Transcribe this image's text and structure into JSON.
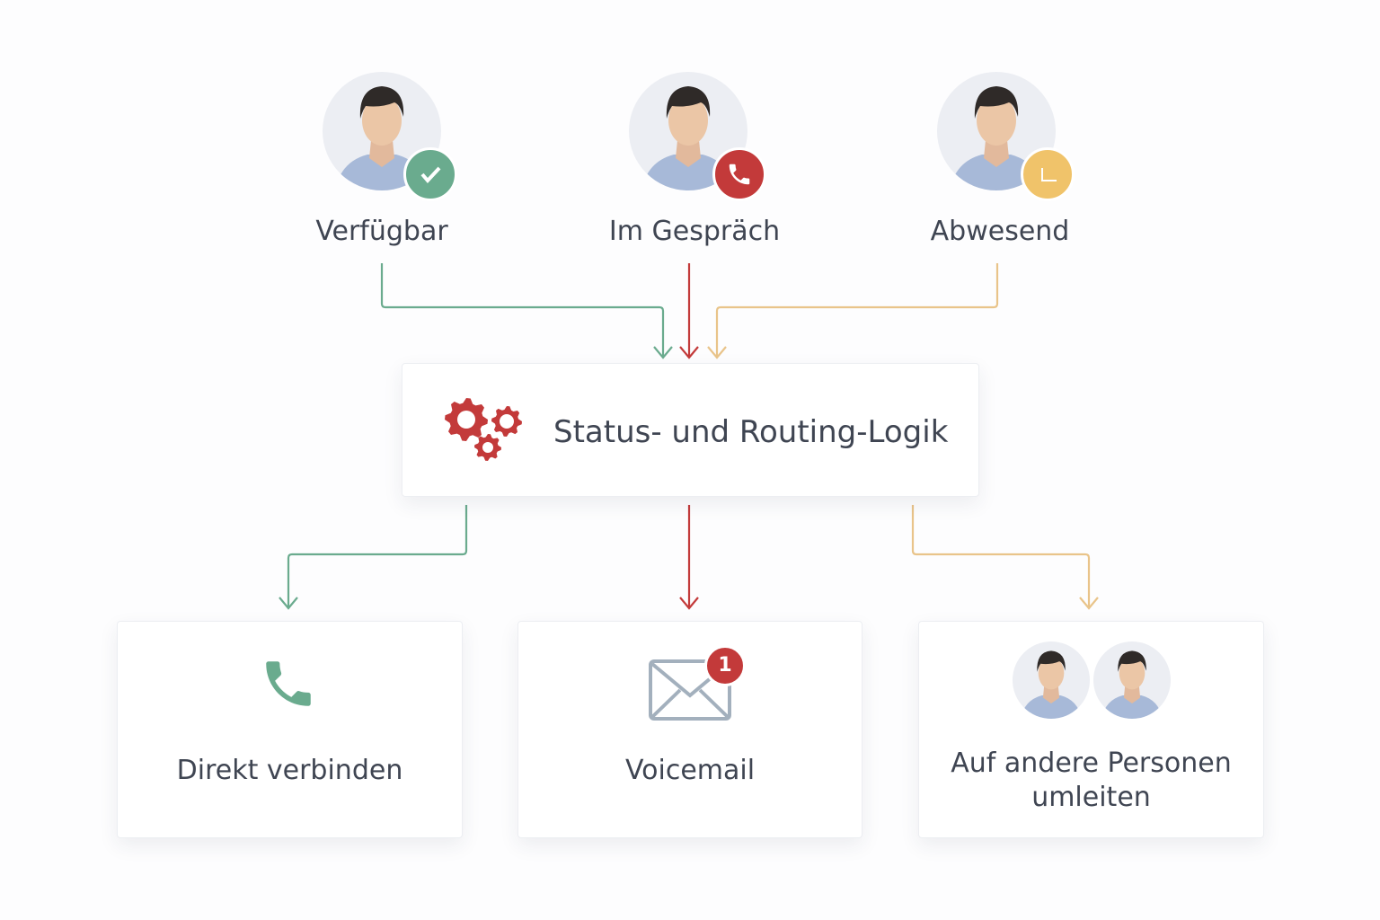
{
  "statuses": [
    {
      "label": "Verfügbar",
      "badge_icon": "check-icon",
      "color": "#6aab8e"
    },
    {
      "label": "Im Gespräch",
      "badge_icon": "phone-icon",
      "color": "#c33a3a"
    },
    {
      "label": "Abwesend",
      "badge_icon": "clock-icon",
      "color": "#f0c36a"
    }
  ],
  "logic": {
    "label": "Status- und Routing-Logik",
    "icon": "gears-icon"
  },
  "outcomes": [
    {
      "label": "Direkt verbinden",
      "icon": "phone-icon"
    },
    {
      "label": "Voicemail",
      "icon": "envelope-icon",
      "badge_count": "1"
    },
    {
      "label": "Auf andere Personen umleiten",
      "icon": "people-icon"
    }
  ],
  "colors": {
    "green": "#6aab8e",
    "red": "#c33a3a",
    "yellow": "#e9c48a",
    "text": "#3f4552"
  }
}
